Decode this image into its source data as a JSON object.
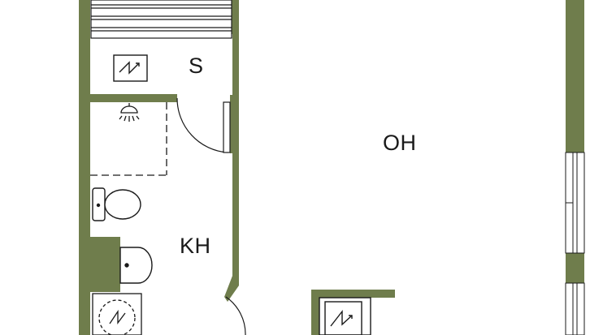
{
  "floorplan": {
    "colors": {
      "wall": "#6f7d4c",
      "fixture_line": "#1a1a1a",
      "background": "#ffffff"
    },
    "rooms": {
      "sauna": {
        "label": "S"
      },
      "living": {
        "label": "OH"
      },
      "bathroom": {
        "label": "KH"
      }
    },
    "fixtures": [
      {
        "kind": "sauna-stove",
        "icon": "electric-heater-icon"
      },
      {
        "kind": "shower",
        "icon": "shower-head-icon"
      },
      {
        "kind": "toilet",
        "icon": "toilet-icon"
      },
      {
        "kind": "sink",
        "icon": "washbasin-icon"
      },
      {
        "kind": "washing-machine",
        "icon": "washing-machine-icon"
      },
      {
        "kind": "electric-cabinet",
        "icon": "electric-heater-icon"
      }
    ]
  }
}
